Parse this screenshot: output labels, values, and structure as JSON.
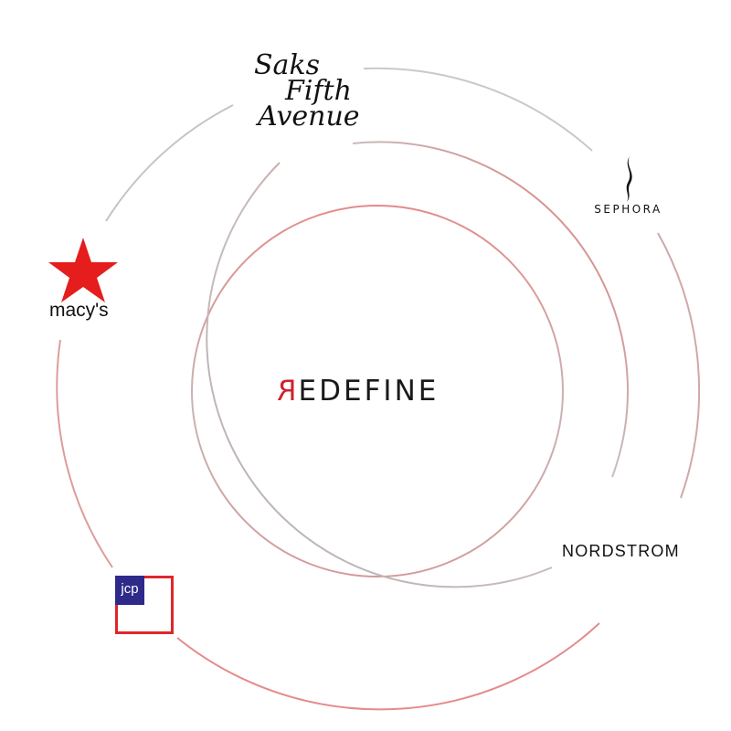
{
  "center": {
    "brand_mark": "R",
    "brand_word": "EDEFINE"
  },
  "brands": {
    "saks": {
      "line1": "Saks",
      "line2": "Fifth",
      "line3": "Avenue"
    },
    "sephora": {
      "label": "SEPHORA"
    },
    "macys": {
      "label": "macy's",
      "icon": "star-icon"
    },
    "nordstrom": {
      "label": "NORDSTROM"
    },
    "jcp": {
      "label": "jcp"
    }
  },
  "colors": {
    "accent_red": "#d1222b",
    "ring_gray": "#c4c4c4",
    "ring_red": "#e07a7a",
    "macys_red": "#e51d1d",
    "jcp_blue": "#2d2a8a",
    "jcp_red": "#e0262a"
  }
}
